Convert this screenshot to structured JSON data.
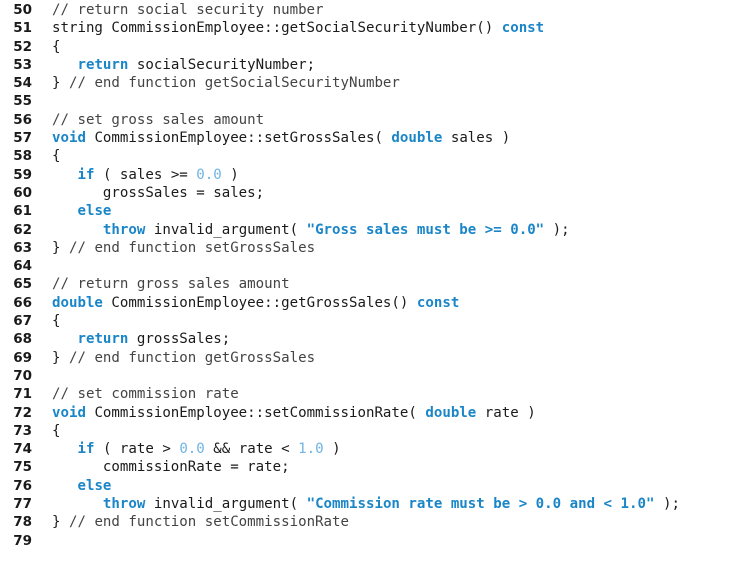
{
  "colors": {
    "keyword": "#1a86c8",
    "number": "#6fb4e4",
    "string": "#1a86c8",
    "text": "#1a1a1a",
    "background": "#ffffff"
  },
  "lines": [
    {
      "number": "50",
      "tokens": [
        {
          "t": "// return social security number",
          "c": "cm"
        }
      ]
    },
    {
      "number": "51",
      "tokens": [
        {
          "t": "string CommissionEmployee::getSocialSecurityNumber() ",
          "c": ""
        },
        {
          "t": "const",
          "c": "kw"
        }
      ]
    },
    {
      "number": "52",
      "tokens": [
        {
          "t": "{",
          "c": ""
        }
      ]
    },
    {
      "number": "53",
      "tokens": [
        {
          "t": "   ",
          "c": ""
        },
        {
          "t": "return",
          "c": "kw"
        },
        {
          "t": " socialSecurityNumber;",
          "c": ""
        }
      ]
    },
    {
      "number": "54",
      "tokens": [
        {
          "t": "} ",
          "c": ""
        },
        {
          "t": "// end function getSocialSecurityNumber",
          "c": "cm"
        }
      ]
    },
    {
      "number": "55",
      "tokens": []
    },
    {
      "number": "56",
      "tokens": [
        {
          "t": "// set gross sales amount",
          "c": "cm"
        }
      ]
    },
    {
      "number": "57",
      "tokens": [
        {
          "t": "void",
          "c": "kw"
        },
        {
          "t": " CommissionEmployee::setGrossSales( ",
          "c": ""
        },
        {
          "t": "double",
          "c": "kw"
        },
        {
          "t": " sales )",
          "c": ""
        }
      ]
    },
    {
      "number": "58",
      "tokens": [
        {
          "t": "{",
          "c": ""
        }
      ]
    },
    {
      "number": "59",
      "tokens": [
        {
          "t": "   ",
          "c": ""
        },
        {
          "t": "if",
          "c": "kw"
        },
        {
          "t": " ( sales >= ",
          "c": ""
        },
        {
          "t": "0.0",
          "c": "num"
        },
        {
          "t": " )",
          "c": ""
        }
      ]
    },
    {
      "number": "60",
      "tokens": [
        {
          "t": "      grossSales = sales;",
          "c": ""
        }
      ]
    },
    {
      "number": "61",
      "tokens": [
        {
          "t": "   ",
          "c": ""
        },
        {
          "t": "else",
          "c": "kw"
        }
      ]
    },
    {
      "number": "62",
      "tokens": [
        {
          "t": "      ",
          "c": ""
        },
        {
          "t": "throw",
          "c": "kw"
        },
        {
          "t": " invalid_argument( ",
          "c": ""
        },
        {
          "t": "\"Gross sales must be >= 0.0\"",
          "c": "str"
        },
        {
          "t": " );",
          "c": ""
        }
      ]
    },
    {
      "number": "63",
      "tokens": [
        {
          "t": "} ",
          "c": ""
        },
        {
          "t": "// end function setGrossSales",
          "c": "cm"
        }
      ]
    },
    {
      "number": "64",
      "tokens": []
    },
    {
      "number": "65",
      "tokens": [
        {
          "t": "// return gross sales amount",
          "c": "cm"
        }
      ]
    },
    {
      "number": "66",
      "tokens": [
        {
          "t": "double",
          "c": "kw"
        },
        {
          "t": " CommissionEmployee::getGrossSales() ",
          "c": ""
        },
        {
          "t": "const",
          "c": "kw"
        }
      ]
    },
    {
      "number": "67",
      "tokens": [
        {
          "t": "{",
          "c": ""
        }
      ]
    },
    {
      "number": "68",
      "tokens": [
        {
          "t": "   ",
          "c": ""
        },
        {
          "t": "return",
          "c": "kw"
        },
        {
          "t": " grossSales;",
          "c": ""
        }
      ]
    },
    {
      "number": "69",
      "tokens": [
        {
          "t": "} ",
          "c": ""
        },
        {
          "t": "// end function getGrossSales",
          "c": "cm"
        }
      ]
    },
    {
      "number": "70",
      "tokens": []
    },
    {
      "number": "71",
      "tokens": [
        {
          "t": "// set commission rate",
          "c": "cm"
        }
      ]
    },
    {
      "number": "72",
      "tokens": [
        {
          "t": "void",
          "c": "kw"
        },
        {
          "t": " CommissionEmployee::setCommissionRate( ",
          "c": ""
        },
        {
          "t": "double",
          "c": "kw"
        },
        {
          "t": " rate )",
          "c": ""
        }
      ]
    },
    {
      "number": "73",
      "tokens": [
        {
          "t": "{",
          "c": ""
        }
      ]
    },
    {
      "number": "74",
      "tokens": [
        {
          "t": "   ",
          "c": ""
        },
        {
          "t": "if",
          "c": "kw"
        },
        {
          "t": " ( rate > ",
          "c": ""
        },
        {
          "t": "0.0",
          "c": "num"
        },
        {
          "t": " && rate < ",
          "c": ""
        },
        {
          "t": "1.0",
          "c": "num"
        },
        {
          "t": " )",
          "c": ""
        }
      ]
    },
    {
      "number": "75",
      "tokens": [
        {
          "t": "      commissionRate = rate;",
          "c": ""
        }
      ]
    },
    {
      "number": "76",
      "tokens": [
        {
          "t": "   ",
          "c": ""
        },
        {
          "t": "else",
          "c": "kw"
        }
      ]
    },
    {
      "number": "77",
      "tokens": [
        {
          "t": "      ",
          "c": ""
        },
        {
          "t": "throw",
          "c": "kw"
        },
        {
          "t": " invalid_argument( ",
          "c": ""
        },
        {
          "t": "\"Commission rate must be > 0.0 and < 1.0\"",
          "c": "str"
        },
        {
          "t": " );",
          "c": ""
        }
      ]
    },
    {
      "number": "78",
      "tokens": [
        {
          "t": "} ",
          "c": ""
        },
        {
          "t": "// end function setCommissionRate",
          "c": "cm"
        }
      ]
    },
    {
      "number": "79",
      "tokens": []
    }
  ]
}
